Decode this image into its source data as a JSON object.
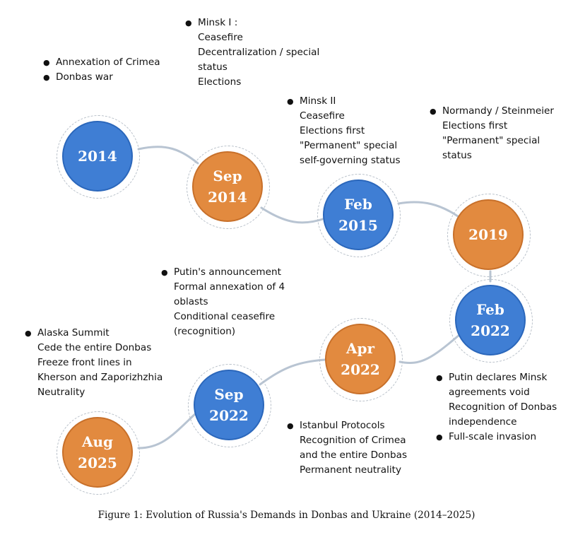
{
  "colors": {
    "blue": "#3f7ed4",
    "orange": "#e28a3f",
    "connector": "#b8c4d2"
  },
  "nodes": [
    {
      "id": "n2014",
      "lines": [
        "2014"
      ],
      "color": "blue"
    },
    {
      "id": "nSep2014",
      "lines": [
        "Sep",
        "2014"
      ],
      "color": "orange"
    },
    {
      "id": "nFeb2015",
      "lines": [
        "Feb",
        "2015"
      ],
      "color": "blue"
    },
    {
      "id": "n2019",
      "lines": [
        "2019"
      ],
      "color": "orange"
    },
    {
      "id": "nFeb2022",
      "lines": [
        "Feb",
        "2022"
      ],
      "color": "blue"
    },
    {
      "id": "nApr2022",
      "lines": [
        "Apr",
        "2022"
      ],
      "color": "orange"
    },
    {
      "id": "nSep2022",
      "lines": [
        "Sep",
        "2022"
      ],
      "color": "blue"
    },
    {
      "id": "nAug2025",
      "lines": [
        "Aug",
        "2025"
      ],
      "color": "orange"
    }
  ],
  "notes": [
    {
      "id": "note2014",
      "items": [
        [
          "Annexation of Crimea"
        ],
        [
          "Donbas war"
        ]
      ]
    },
    {
      "id": "noteSep2014",
      "items": [
        [
          "Minsk I :",
          "Ceasefire",
          "Decentralization / special",
          "status",
          "Elections"
        ]
      ]
    },
    {
      "id": "noteFeb2015",
      "items": [
        [
          "Minsk II",
          "Ceasefire",
          "Elections first",
          "\"Permanent\" special",
          "self-governing status"
        ]
      ]
    },
    {
      "id": "note2019",
      "items": [
        [
          "Normandy / Steinmeier",
          "Elections first",
          "\"Permanent\" special",
          "status"
        ]
      ]
    },
    {
      "id": "noteFeb2022",
      "items": [
        [
          "Putin declares Minsk",
          "agreements void",
          "Recognition of Donbas",
          "independence"
        ],
        [
          "Full-scale invasion"
        ]
      ]
    },
    {
      "id": "noteApr2022",
      "items": [
        [
          "Istanbul Protocols",
          "Recognition of Crimea",
          "and the entire Donbas",
          "Permanent neutrality"
        ]
      ]
    },
    {
      "id": "noteSep2022",
      "items": [
        [
          "Putin's announcement",
          "Formal annexation of 4",
          "oblasts",
          "Conditional ceasefire",
          "(recognition)"
        ]
      ]
    },
    {
      "id": "noteAug2025",
      "items": [
        [
          "Alaska Summit",
          "Cede the entire Donbas",
          "Freeze front lines in",
          "Kherson and Zaporizhzhia",
          "Neutrality"
        ]
      ]
    }
  ],
  "caption": "Figure 1: Evolution of Russia's Demands in Donbas and Ukraine (2014–2025)"
}
